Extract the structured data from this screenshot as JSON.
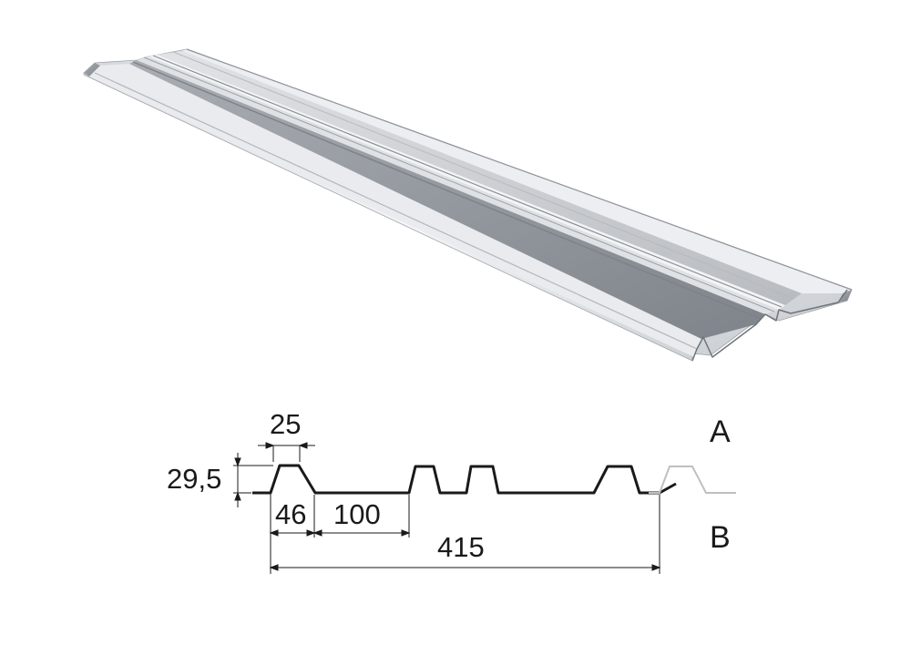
{
  "diagram": {
    "side_labels": {
      "top": "A",
      "bottom": "B"
    },
    "dimensions": {
      "crest_width": "25",
      "height": "29,5",
      "rib_base": "46",
      "pan_width": "100",
      "cover_width": "415"
    },
    "colors": {
      "sheet_light": "#f2f3f5",
      "sheet_mid": "#c9ccd1",
      "sheet_dark": "#8d9198",
      "profile_line": "#1a1a1a",
      "overlap_line": "#bfbfbf"
    }
  }
}
